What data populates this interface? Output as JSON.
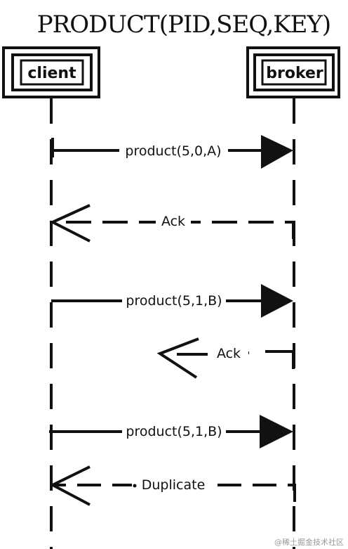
{
  "diagram": {
    "title": "PRODUCT(PID,SEQ,KEY)",
    "actors": {
      "client": "client",
      "broker": "broker"
    },
    "messages": [
      {
        "label": "product(5,0,A)",
        "from": "client",
        "to": "broker",
        "style": "solid"
      },
      {
        "label": "Ack",
        "from": "broker",
        "to": "client",
        "style": "dashed"
      },
      {
        "label": "product(5,1,B)",
        "from": "client",
        "to": "broker",
        "style": "solid"
      },
      {
        "label": "Ack",
        "from": "broker",
        "to": "none",
        "style": "dashed",
        "note": "lost before reaching client"
      },
      {
        "label": "product(5,1,B)",
        "from": "client",
        "to": "broker",
        "style": "solid"
      },
      {
        "label": "Duplicate",
        "from": "broker",
        "to": "client",
        "style": "dashed"
      }
    ],
    "watermark": "@稀土掘金技术社区"
  },
  "colors": {
    "ink": "#111111",
    "background": "#ffffff",
    "watermark": "#9a9a9a"
  }
}
